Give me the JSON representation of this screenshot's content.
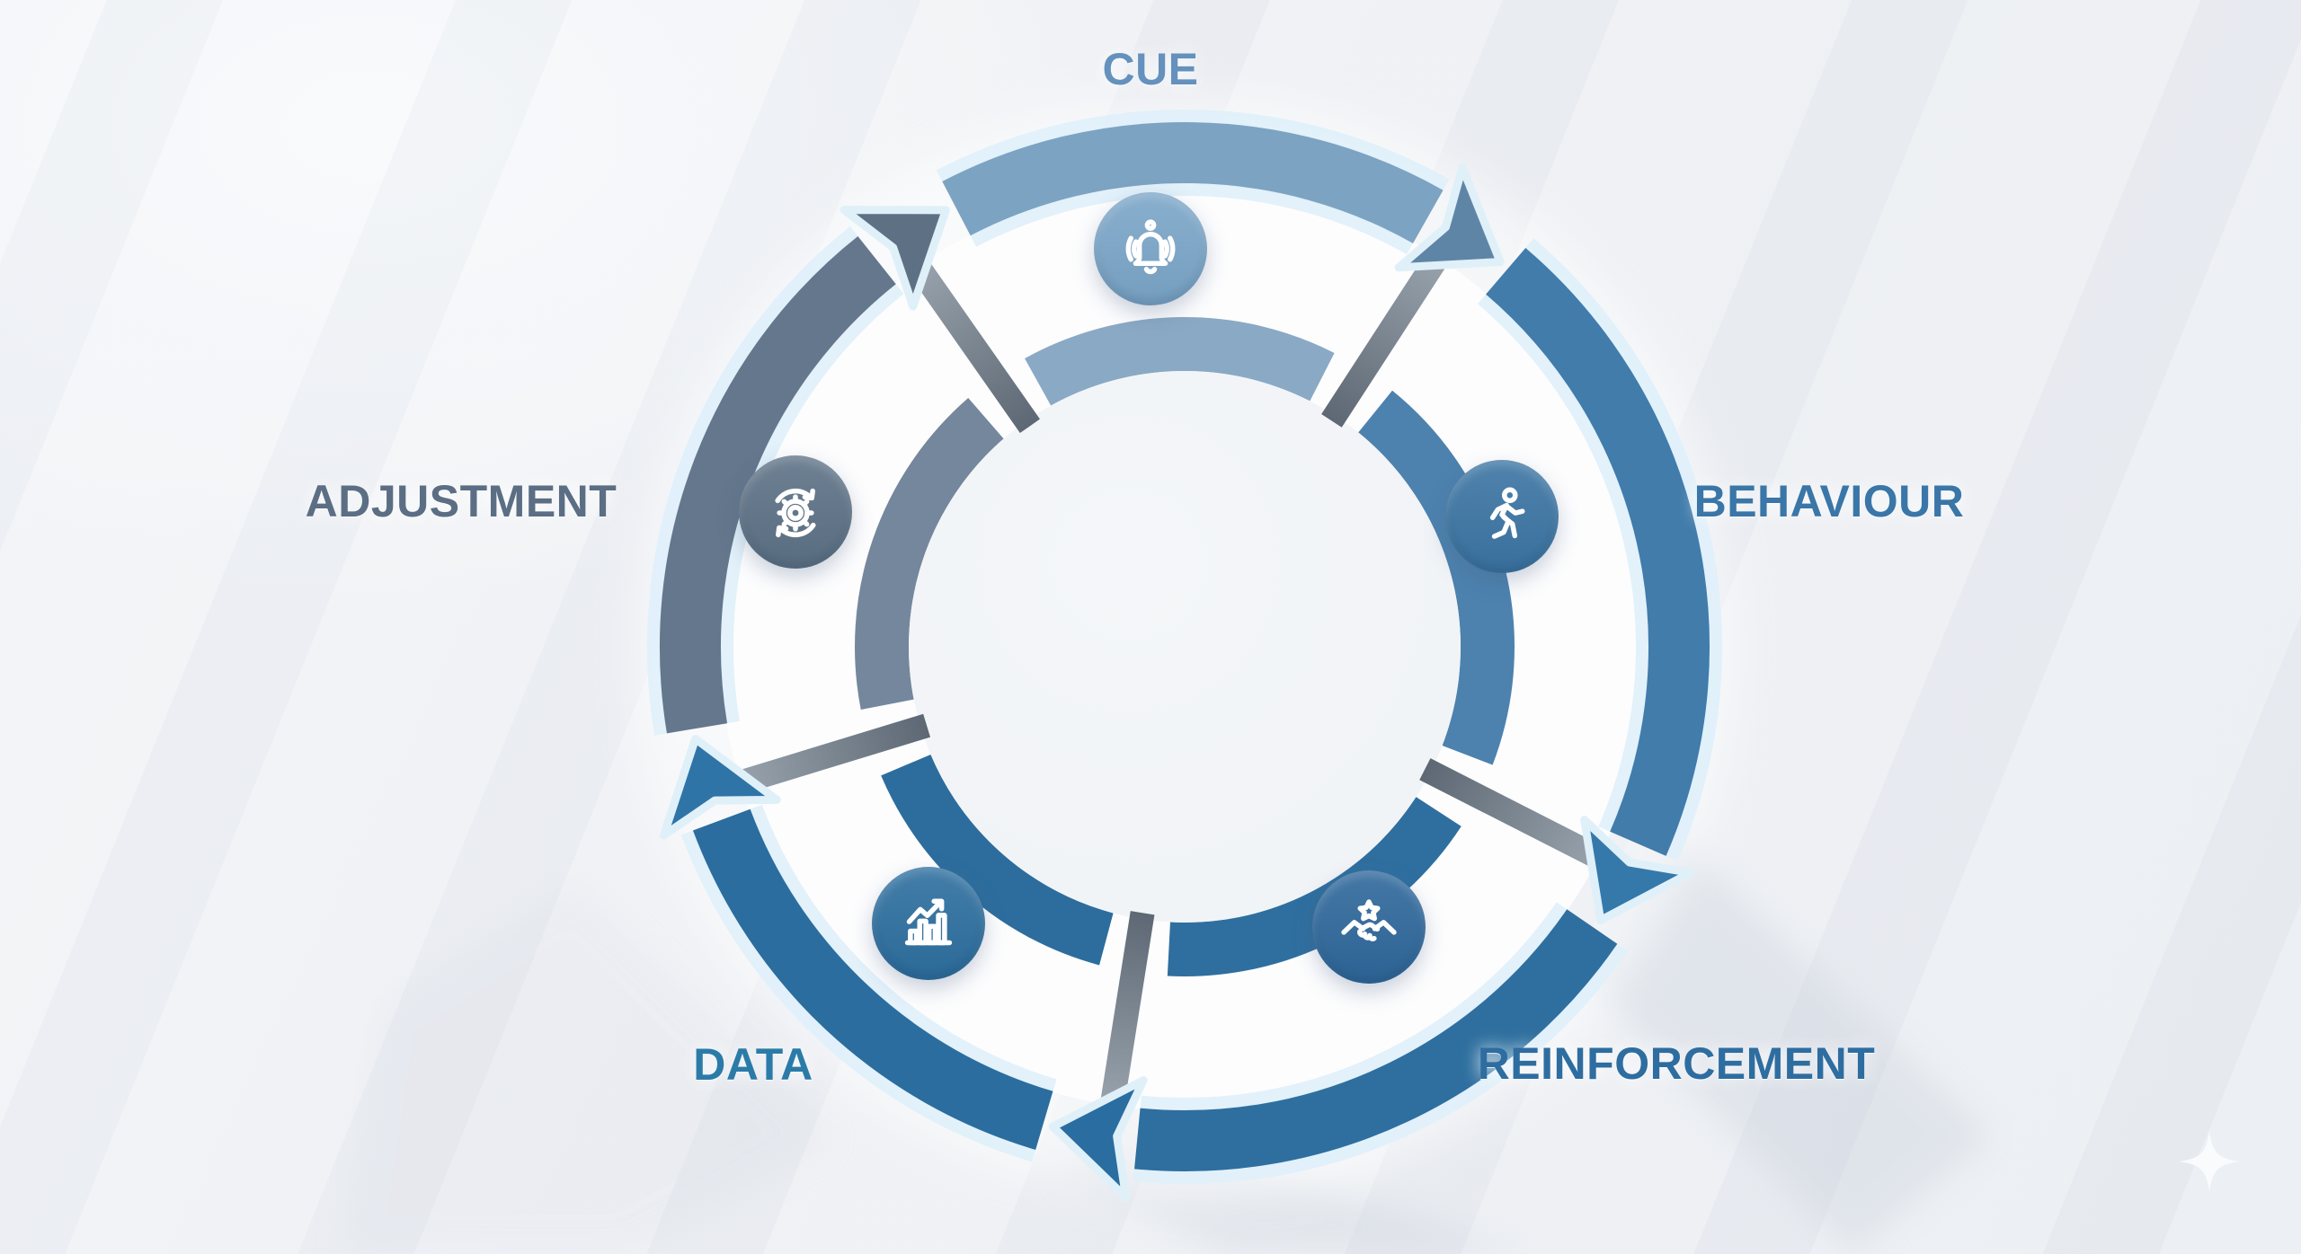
{
  "diagram": {
    "type": "cycle",
    "flow_direction": "clockwise",
    "stages": [
      {
        "id": "cue",
        "label": "CUE",
        "icon": "bell-icon",
        "label_color": "#6591bd",
        "arc_color": "#7da3c2",
        "arrow_color": "#5f85a6",
        "icon_bg": "#7ca6c8"
      },
      {
        "id": "behaviour",
        "label": "BEHAVIOUR",
        "icon": "runner-icon",
        "label_color": "#3a76a7",
        "arc_color": "#417cab",
        "arrow_color": "#3579ab",
        "icon_bg": "#3c75a3"
      },
      {
        "id": "reinforcement",
        "label": "REINFORCEMENT",
        "icon": "handshake-star-icon",
        "label_color": "#2e6da0",
        "arc_color": "#2e6f9f",
        "arrow_color": "#2a6da0",
        "icon_bg": "#2f689b"
      },
      {
        "id": "data",
        "label": "DATA",
        "icon": "bar-chart-icon",
        "label_color": "#2b7ba9",
        "arc_color": "#2b6d9e",
        "arrow_color": "#2f74a6",
        "icon_bg": "#2e6f9f"
      },
      {
        "id": "adjustment",
        "label": "ADJUSTMENT",
        "icon": "gear-sync-icon",
        "label_color": "#5b6e84",
        "arc_color": "#64778c",
        "arrow_color": "#5e7184",
        "icon_bg": "#5e7286"
      }
    ],
    "inner_ring_colors": [
      "#8aa9c5",
      "#4d82ae",
      "#2f6f9f",
      "#2d6d9d",
      "#74879c"
    ],
    "spoke_color_outer": "#97a1ab",
    "spoke_color_inner": "#5d6874",
    "glow_color": "#dff0f9",
    "background_color": "#edeff3",
    "annulus_color": "#fdfdfe",
    "center_color": "#f0f3f6",
    "sparkle_color": "#fafbfd"
  }
}
